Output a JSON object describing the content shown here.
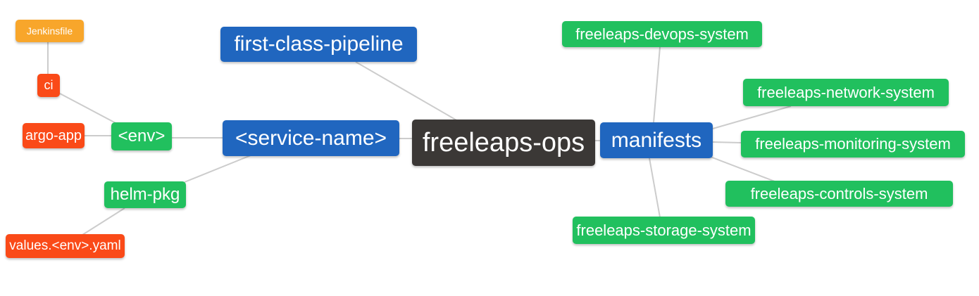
{
  "diagram": {
    "type": "mindmap",
    "root_label": "freeleaps-ops",
    "palette": {
      "blue": "#2066bf",
      "green": "#21c05e",
      "red": "#fa4a18",
      "orange": "#f8a62b",
      "dark": "#3b3836",
      "line": "#cccccc",
      "node_text": "#ffffff",
      "background": "#ffffff"
    },
    "nodes": [
      {
        "id": "jenkinsfile",
        "label": "Jenkinsfile",
        "color": "orange"
      },
      {
        "id": "ci",
        "label": "ci",
        "color": "red"
      },
      {
        "id": "argo-app",
        "label": "argo-app",
        "color": "red"
      },
      {
        "id": "env",
        "label": "<env>",
        "color": "green"
      },
      {
        "id": "helm-pkg",
        "label": "helm-pkg",
        "color": "green"
      },
      {
        "id": "values-env-yaml",
        "label": "values.<env>.yaml",
        "color": "red"
      },
      {
        "id": "first-class-pipeline",
        "label": "first-class-pipeline",
        "color": "blue"
      },
      {
        "id": "service-name",
        "label": "<service-name>",
        "color": "blue"
      },
      {
        "id": "freeleaps-ops",
        "label": "freeleaps-ops",
        "color": "dark"
      },
      {
        "id": "manifests",
        "label": "manifests",
        "color": "blue"
      },
      {
        "id": "freeleaps-devops-system",
        "label": "freeleaps-devops-system",
        "color": "green"
      },
      {
        "id": "freeleaps-network-system",
        "label": "freeleaps-network-system",
        "color": "green"
      },
      {
        "id": "freeleaps-monitoring-system",
        "label": "freeleaps-monitoring-system",
        "color": "green"
      },
      {
        "id": "freeleaps-controls-system",
        "label": "freeleaps-controls-system",
        "color": "green"
      },
      {
        "id": "freeleaps-storage-system",
        "label": "freeleaps-storage-system",
        "color": "green"
      }
    ],
    "edges": [
      {
        "from": "jenkinsfile",
        "to": "ci"
      },
      {
        "from": "ci",
        "to": "env"
      },
      {
        "from": "argo-app",
        "to": "env"
      },
      {
        "from": "env",
        "to": "service-name"
      },
      {
        "from": "helm-pkg",
        "to": "service-name"
      },
      {
        "from": "values-env-yaml",
        "to": "helm-pkg"
      },
      {
        "from": "service-name",
        "to": "freeleaps-ops"
      },
      {
        "from": "first-class-pipeline",
        "to": "freeleaps-ops"
      },
      {
        "from": "freeleaps-ops",
        "to": "manifests"
      },
      {
        "from": "manifests",
        "to": "freeleaps-devops-system"
      },
      {
        "from": "manifests",
        "to": "freeleaps-network-system"
      },
      {
        "from": "manifests",
        "to": "freeleaps-monitoring-system"
      },
      {
        "from": "manifests",
        "to": "freeleaps-controls-system"
      },
      {
        "from": "manifests",
        "to": "freeleaps-storage-system"
      }
    ]
  }
}
